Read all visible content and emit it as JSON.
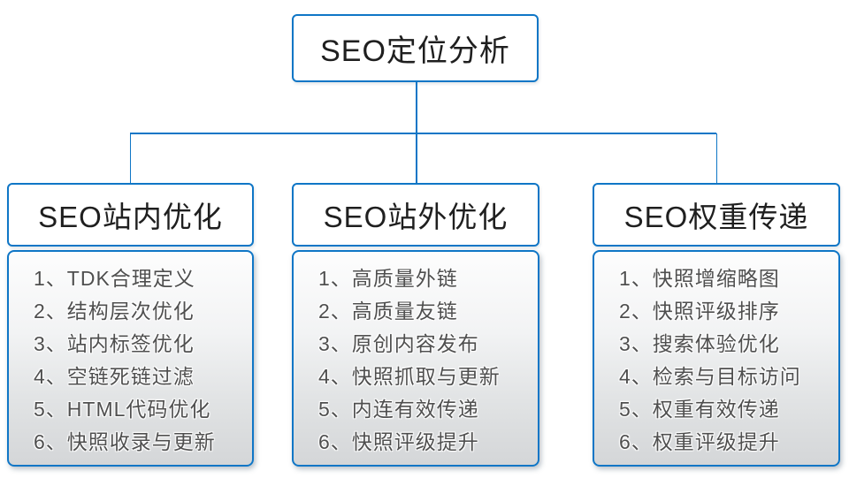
{
  "colors": {
    "accent": "#0f76c6",
    "header_text": "#1f1f1f",
    "item_text": "#4f4f4f"
  },
  "root": {
    "label": "SEO定位分析"
  },
  "columns": [
    {
      "header": "SEO站内优化",
      "items": [
        "1、TDK合理定义",
        "2、结构层次优化",
        "3、站内标签优化",
        "4、空链死链过滤",
        "5、HTML代码优化",
        "6、快照收录与更新"
      ]
    },
    {
      "header": "SEO站外优化",
      "items": [
        "1、高质量外链",
        "2、高质量友链",
        "3、原创内容发布",
        "4、快照抓取与更新",
        "5、内连有效传递",
        "6、快照评级提升"
      ]
    },
    {
      "header": "SEO权重传递",
      "items": [
        "1、快照增缩略图",
        "2、快照评级排序",
        "3、搜索体验优化",
        "4、检索与目标访问",
        "5、权重有效传递",
        "6、权重评级提升"
      ]
    }
  ]
}
